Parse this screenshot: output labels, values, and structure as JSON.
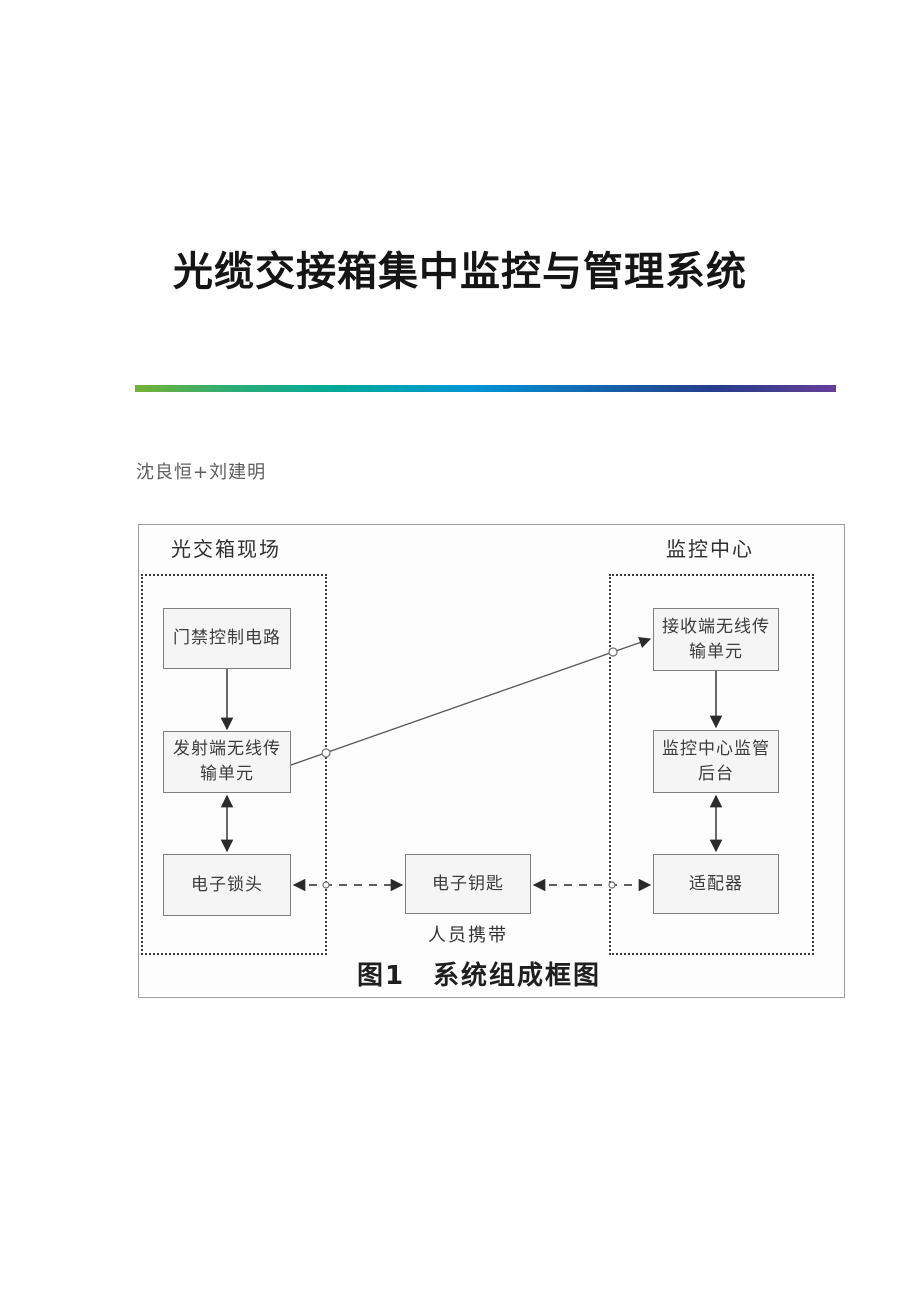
{
  "document": {
    "title": "光缆交接箱集中监控与管理系统",
    "authors": "沈良恒+刘建明"
  },
  "figure": {
    "site_label": "光交箱现场",
    "center_label": "监控中心",
    "carried_label": "人员携带",
    "caption": "图1　系统组成框图",
    "nodes": {
      "access_control": "门禁控制电路",
      "transmitter_line1": "发射端无线传",
      "transmitter_line2": "输单元",
      "lock": "电子锁头",
      "key": "电子钥匙",
      "receiver_line1": "接收端无线传",
      "receiver_line2": "输单元",
      "backend_line1": "监控中心监管",
      "backend_line2": "后台",
      "adapter": "适配器"
    }
  },
  "colors": {
    "divider_gradient": [
      "#76b235",
      "#00a89c",
      "#0095d6",
      "#1565ae",
      "#253d8a",
      "#653e9a"
    ],
    "node_fill": "#f5f5f5",
    "node_border": "#7f7f7f"
  }
}
